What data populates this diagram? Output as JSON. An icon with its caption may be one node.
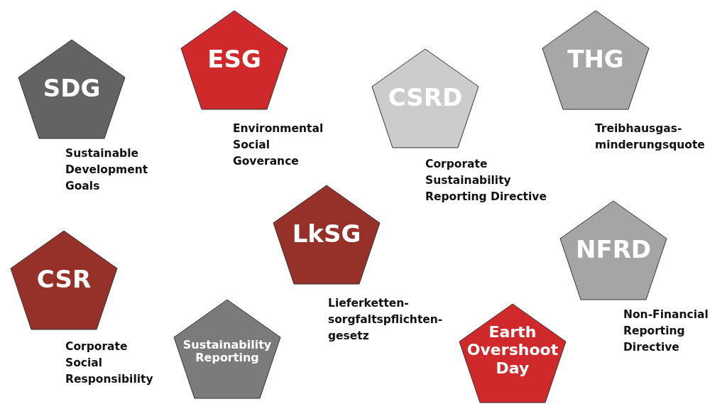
{
  "diagram": {
    "nodes": [
      {
        "text": [
          "SDG"
        ],
        "beside": [
          "Sustainable Development Goals"
        ]
      },
      {
        "text": [
          "ESG"
        ],
        "beside": [
          "Environmental Social Goverance"
        ]
      },
      {
        "text": [
          "CSRD"
        ],
        "beside": [
          "Corporate Sustainability Reporting Directive"
        ]
      },
      {
        "text": [
          "THG"
        ],
        "beside": [
          "Treibhausgas- minderungsquote"
        ]
      },
      {
        "text": [
          "LkSG"
        ],
        "beside": [
          "Lieferketten- sorgfaltspflichten- gesetz"
        ]
      },
      {
        "text": [
          "NFRD"
        ],
        "beside": [
          "Non-Financial Reporting Directive"
        ]
      },
      {
        "text": [
          "CSR"
        ],
        "beside": [
          "Corporate Social Responsibility"
        ]
      },
      {
        "text": [
          "Sustainability Reporting"
        ]
      },
      {
        "text": [
          "Earth Overshoot Day"
        ]
      }
    ]
  }
}
